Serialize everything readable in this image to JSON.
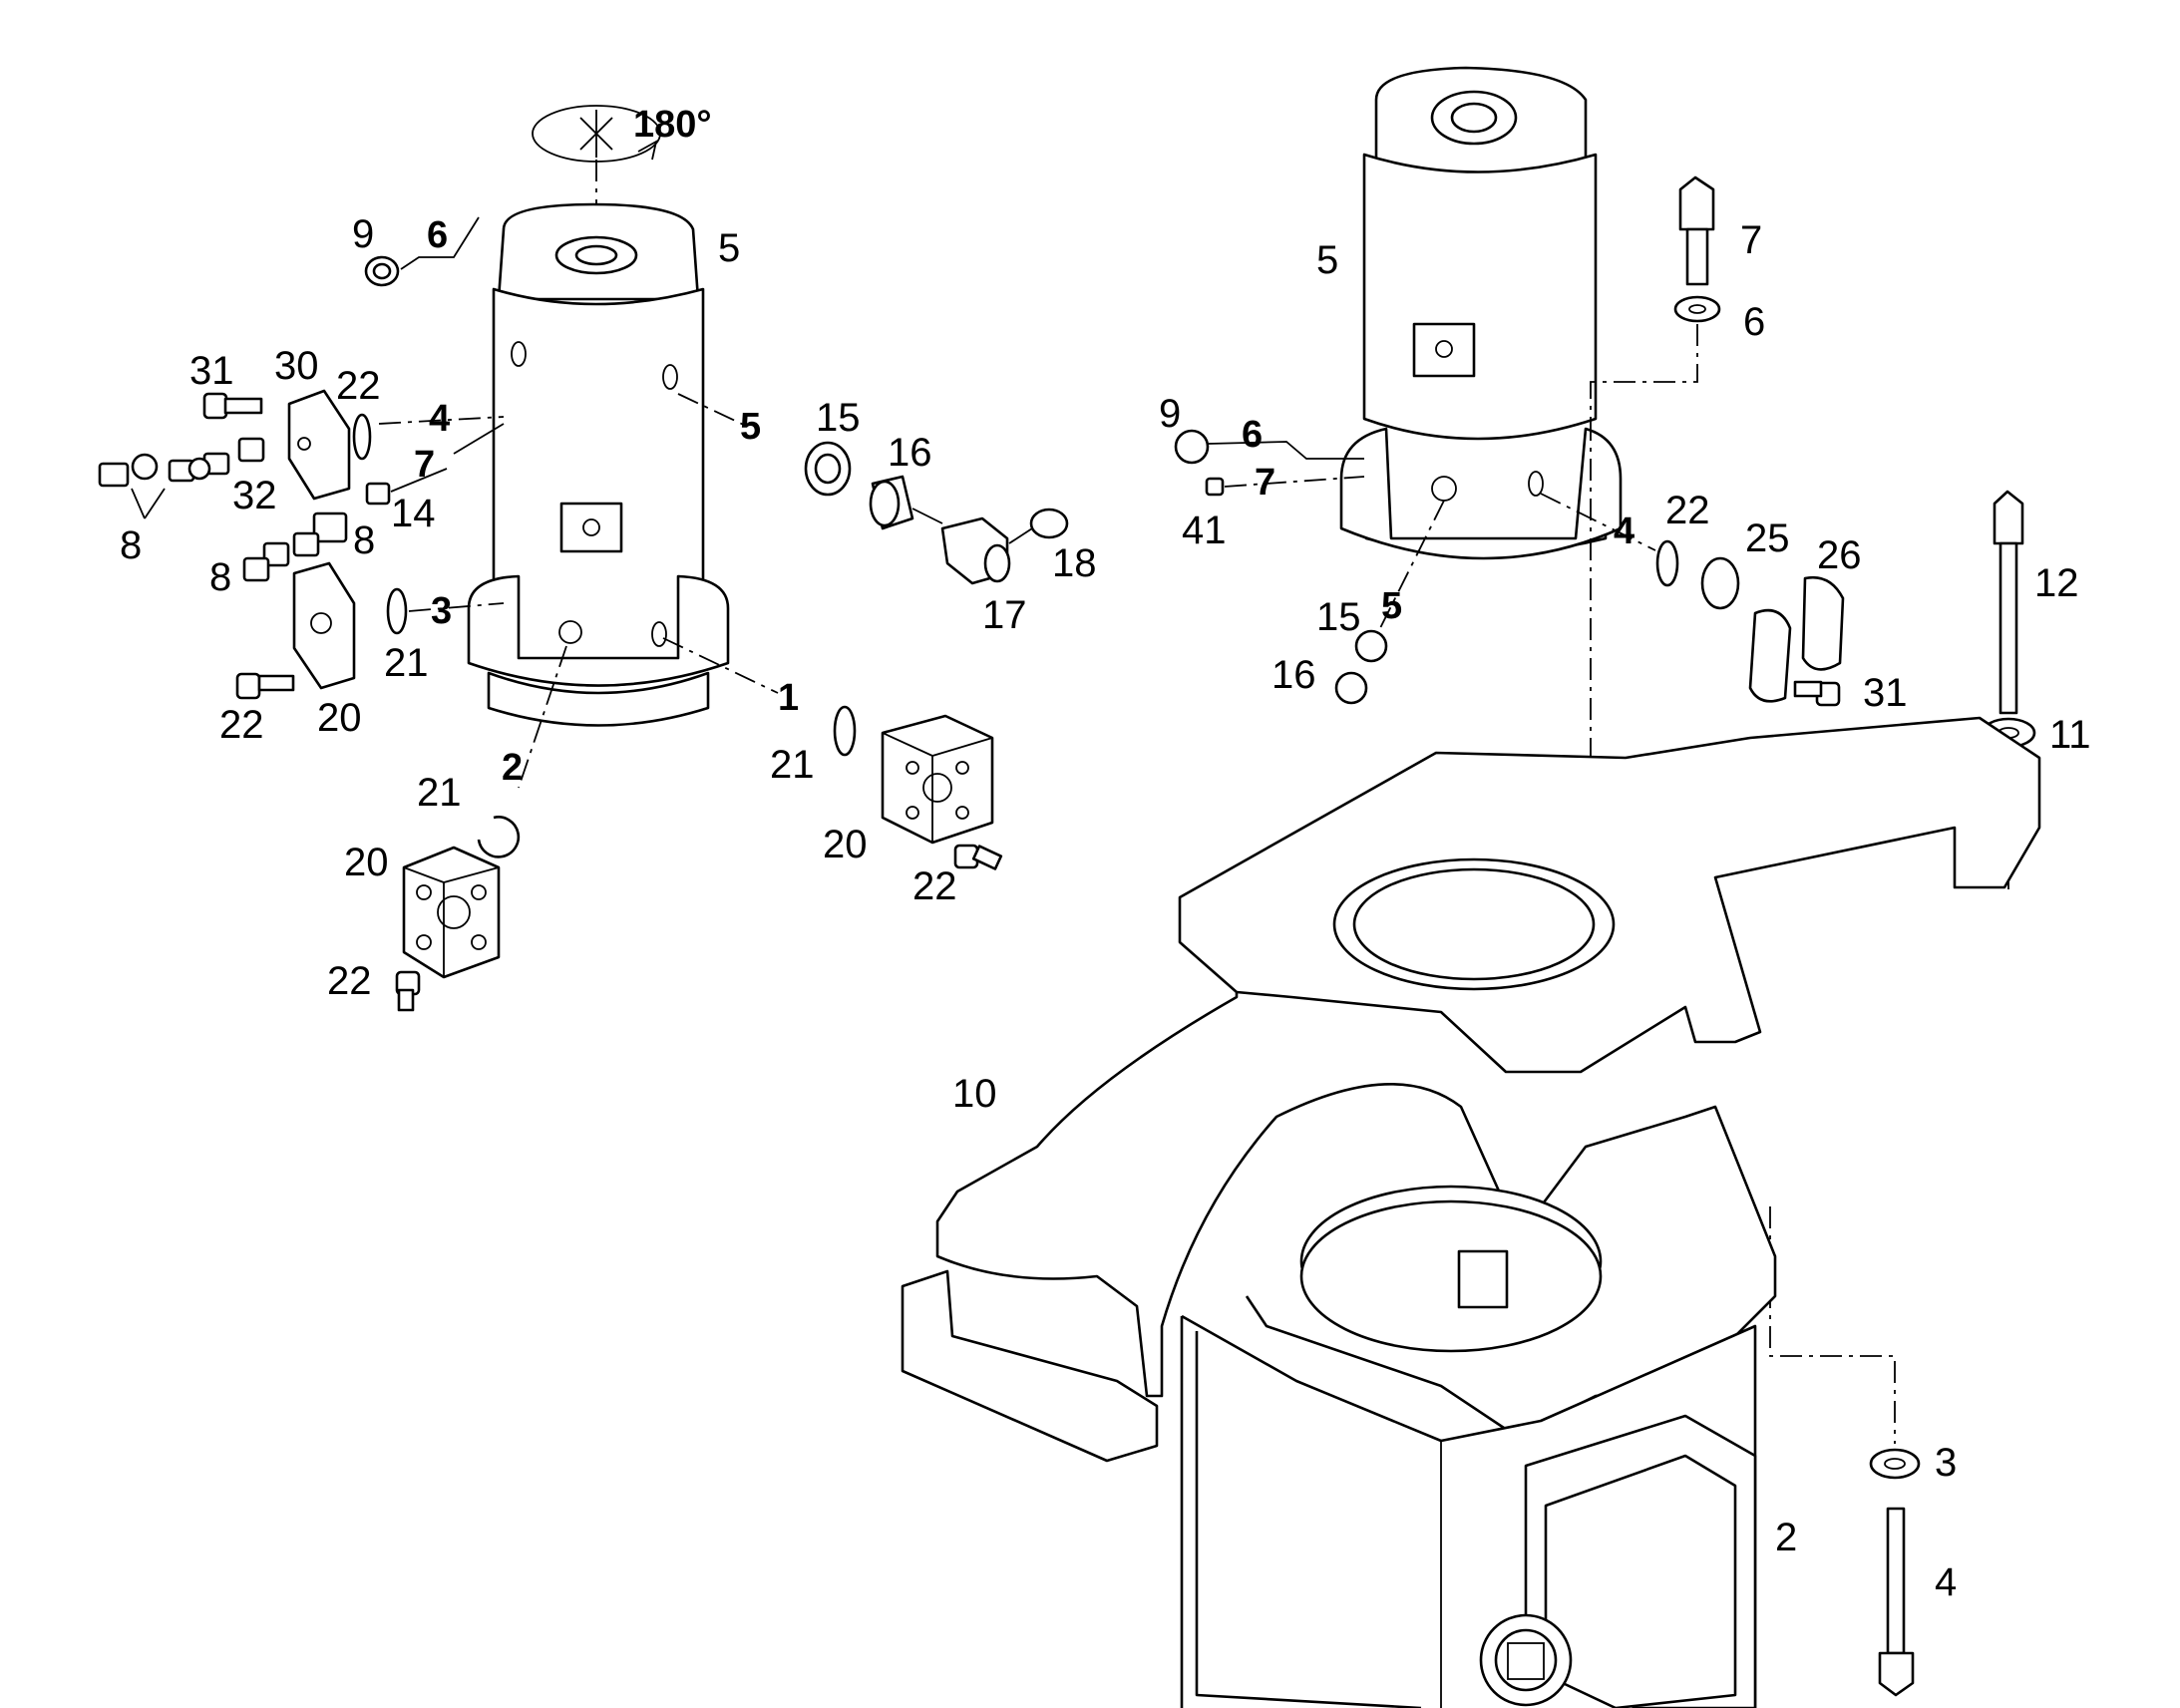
{
  "rotation_label": "180°",
  "callouts": {
    "left_assembly": {
      "c5": "5",
      "c9": "9",
      "c6b": "6",
      "c31": "31",
      "c30": "30",
      "c22a": "22",
      "c4b": "4",
      "c7b": "7",
      "c32": "32",
      "c14": "14",
      "c8a": "8",
      "c8b": "8",
      "c8c": "8",
      "c3b": "3",
      "c21a": "21",
      "c22b": "22",
      "c20a": "20",
      "c5b": "5",
      "c15": "15",
      "c16": "16",
      "c17": "17",
      "c18": "18",
      "c1b": "1",
      "c21b": "21",
      "c20b": "20",
      "c22c": "22",
      "c2b": "2",
      "c21c": "21",
      "c20c": "20",
      "c22d": "22"
    },
    "right_assembly": {
      "c5": "5",
      "c7": "7",
      "c6": "6",
      "c9": "9",
      "c6b": "6",
      "c7b": "7",
      "c41": "41",
      "c4b": "4",
      "c22": "22",
      "c25": "25",
      "c26": "26",
      "c31": "31",
      "c15": "15",
      "c5b": "5",
      "c16": "16",
      "c12": "12",
      "c11": "11",
      "c10": "10",
      "c2": "2",
      "c3": "3",
      "c4": "4"
    }
  }
}
